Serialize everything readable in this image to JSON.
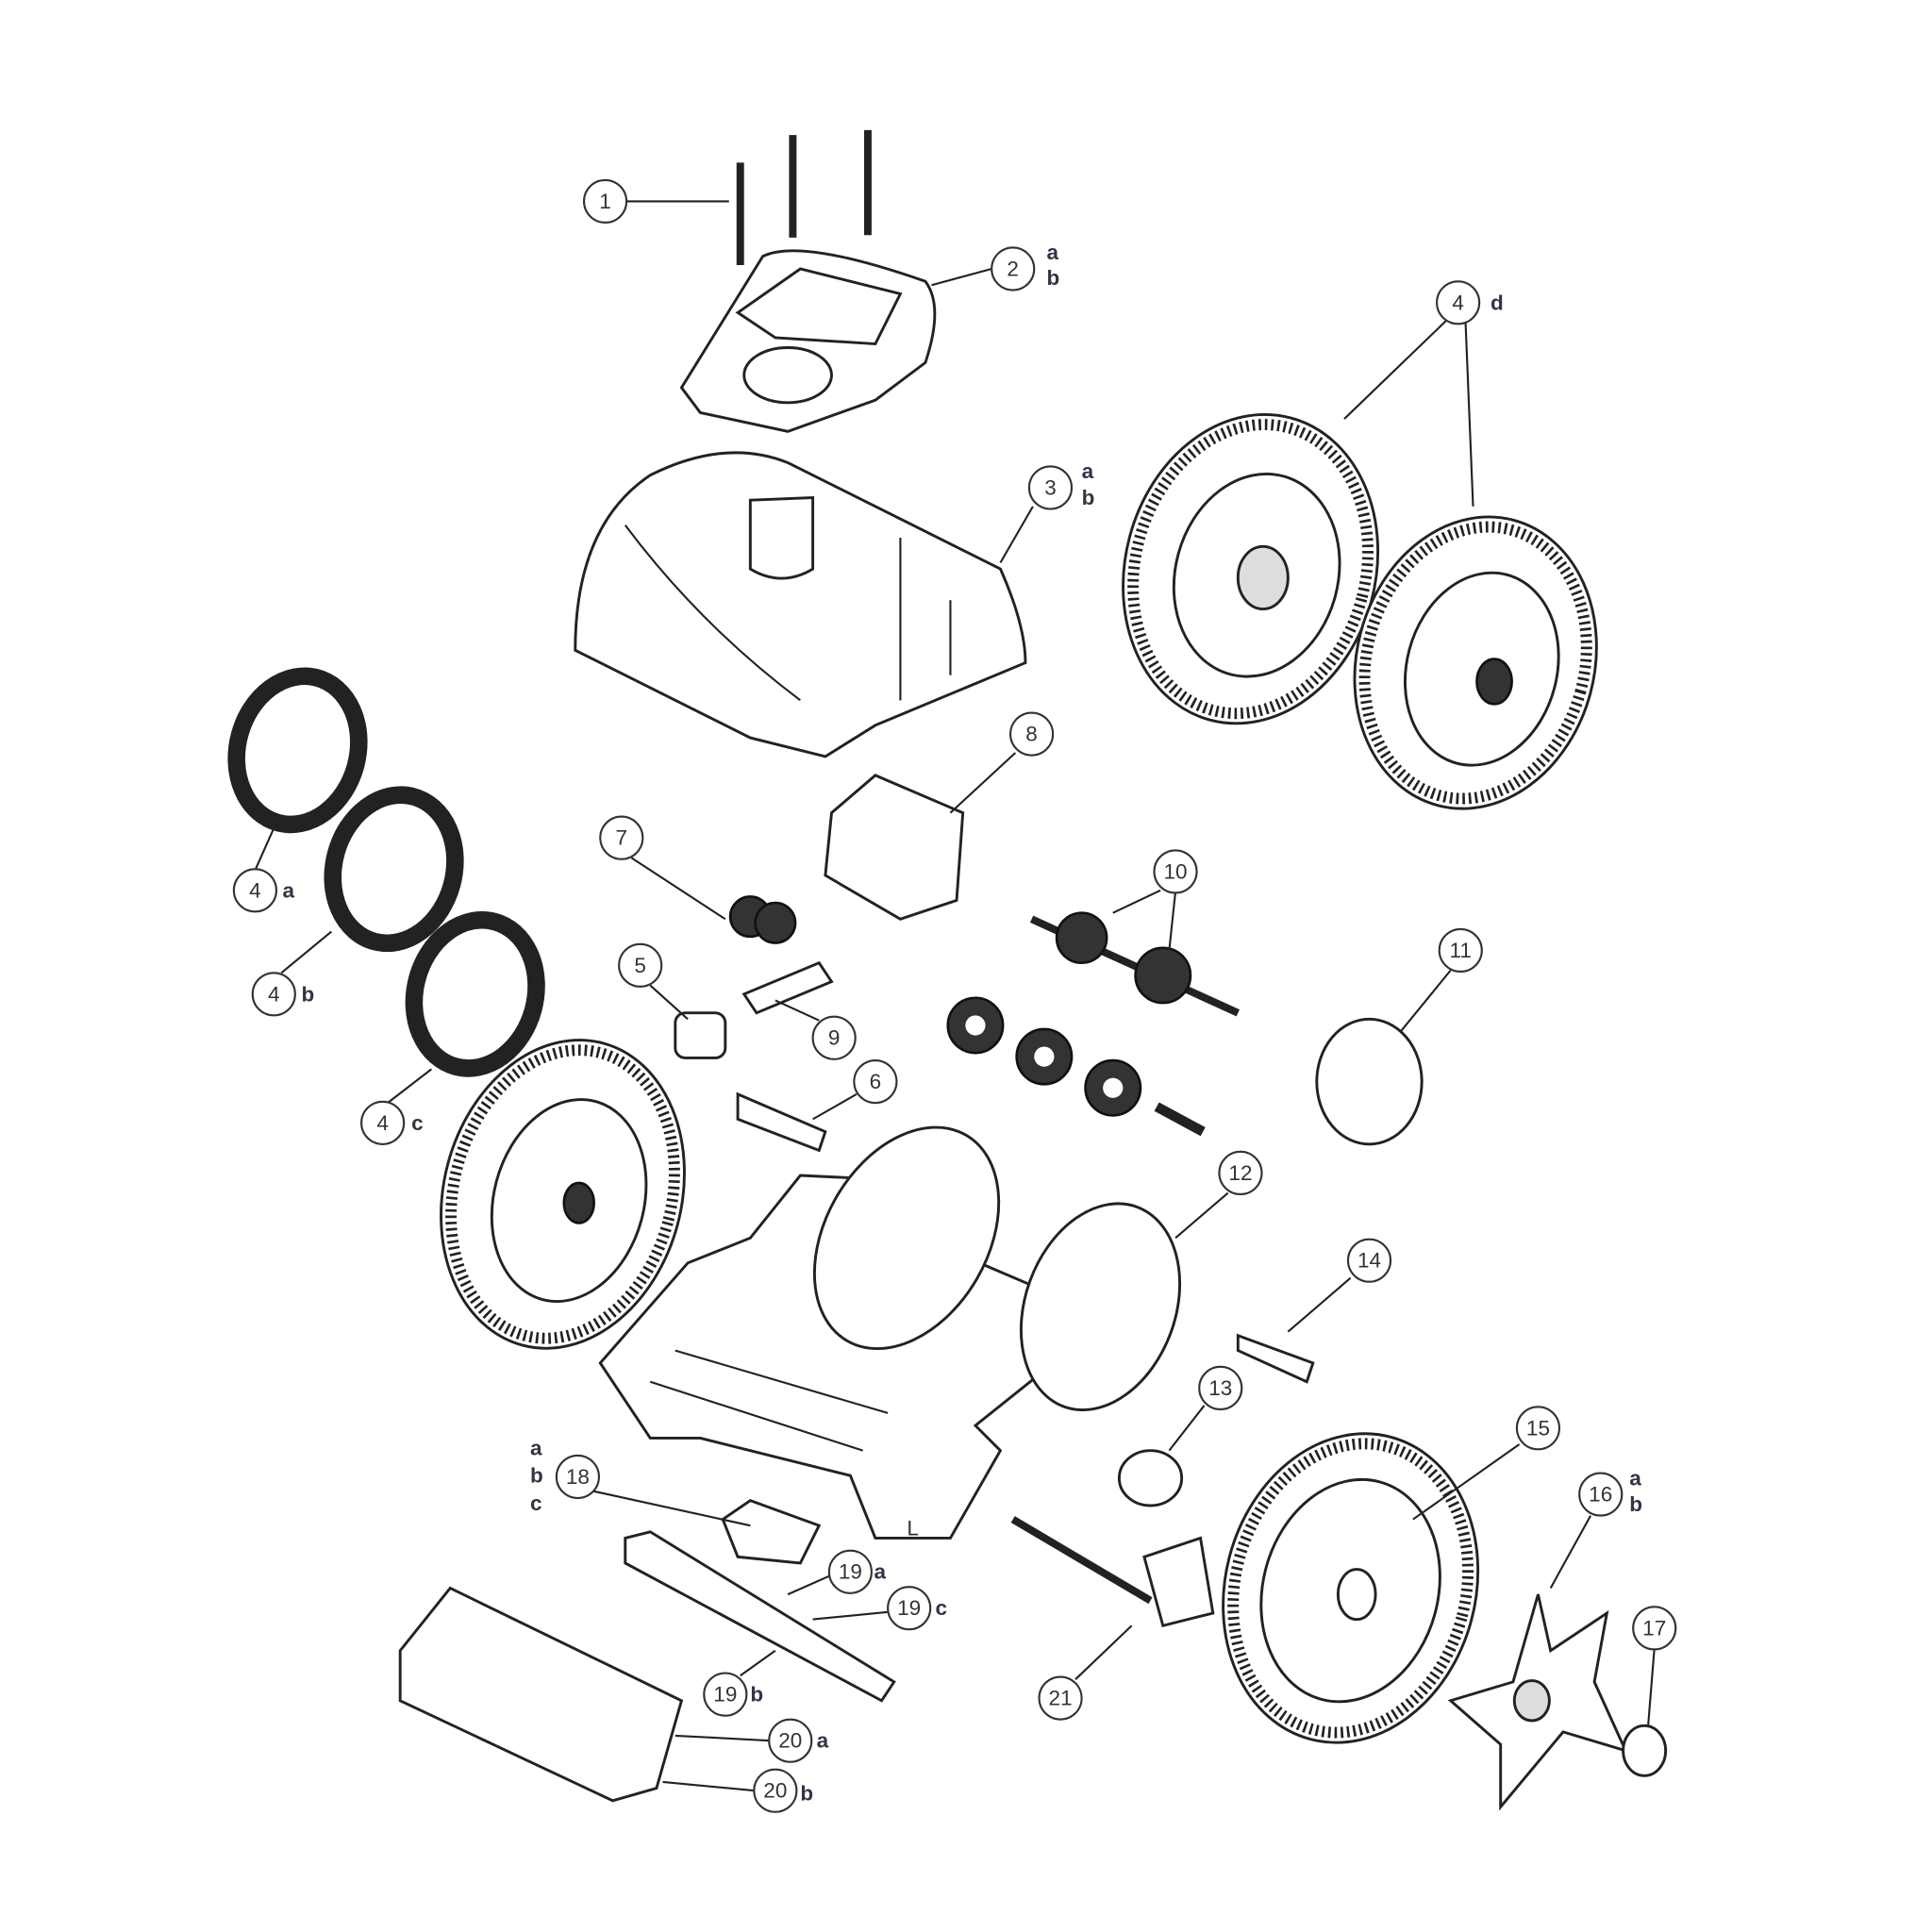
{
  "diagram": {
    "type": "exploded parts diagram",
    "callouts": {
      "c1": {
        "num": "1"
      },
      "c2": {
        "num": "2",
        "a": "a",
        "b": "b"
      },
      "c3": {
        "num": "3",
        "a": "a",
        "b": "b"
      },
      "c4d": {
        "num": "4",
        "s": "d"
      },
      "c4a": {
        "num": "4",
        "s": "a"
      },
      "c4b": {
        "num": "4",
        "s": "b"
      },
      "c4c": {
        "num": "4",
        "s": "c"
      },
      "c5": {
        "num": "5"
      },
      "c6": {
        "num": "6"
      },
      "c7": {
        "num": "7"
      },
      "c8": {
        "num": "8"
      },
      "c9": {
        "num": "9"
      },
      "c10": {
        "num": "10"
      },
      "c11": {
        "num": "11"
      },
      "c12": {
        "num": "12"
      },
      "c13": {
        "num": "13"
      },
      "c14": {
        "num": "14"
      },
      "c15": {
        "num": "15"
      },
      "c16": {
        "num": "16",
        "a": "a",
        "b": "b"
      },
      "c17": {
        "num": "17"
      },
      "c18": {
        "num": "18",
        "a": "a",
        "b": "b",
        "c": "c"
      },
      "c19a": {
        "num": "19",
        "s": "a"
      },
      "c19c": {
        "num": "19",
        "s": "c"
      },
      "c19b": {
        "num": "19",
        "s": "b"
      },
      "c20a": {
        "num": "20",
        "s": "a"
      },
      "c20b": {
        "num": "20",
        "s": "b"
      },
      "c21": {
        "num": "21"
      }
    },
    "body_mark": "L"
  }
}
